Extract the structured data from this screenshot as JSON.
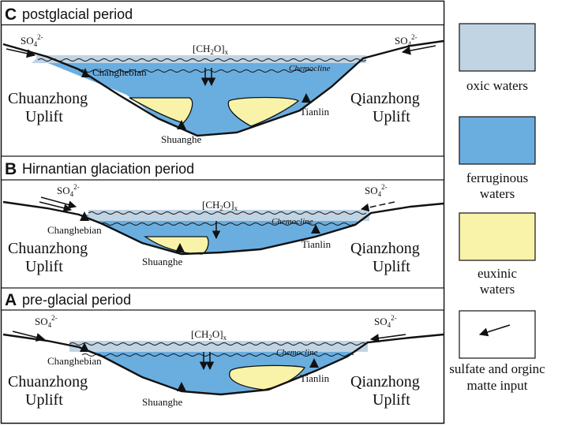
{
  "panels": [
    {
      "letter": "C",
      "title": "postglacial period",
      "left_region": [
        "Chuanzhong",
        "Uplift"
      ],
      "right_region": [
        "Qianzhong",
        "Uplift"
      ],
      "sites": {
        "left": "Changhebian",
        "right": "Tianlin",
        "bottom": "Shuanghe"
      },
      "chemocline": "Chemocline",
      "organic": {
        "main": "[CH",
        "sub1": "2",
        "mid": "O]",
        "sub2": "x"
      },
      "sulfate": {
        "main": "SO",
        "sub": "4",
        "sup": "2-"
      }
    },
    {
      "letter": "B",
      "title": "Hirnantian glaciation period",
      "left_region": [
        "Chuanzhong",
        "Uplift"
      ],
      "right_region": [
        "Qianzhong",
        "Uplift"
      ],
      "sites": {
        "left": "Changhebian",
        "right": "Tianlin",
        "bottom": "Shuanghe"
      },
      "chemocline": "Chemocline",
      "organic": {
        "main": "[CH",
        "sub1": "2",
        "mid": "O]",
        "sub2": "x"
      },
      "sulfate": {
        "main": "SO",
        "sub": "4",
        "sup": "2-"
      }
    },
    {
      "letter": "A",
      "title": "pre-glacial period",
      "left_region": [
        "Chuanzhong",
        "Uplift"
      ],
      "right_region": [
        "Qianzhong",
        "Uplift"
      ],
      "sites": {
        "left": "Changhebian",
        "right": "Tianlin",
        "bottom": "Shuanghe"
      },
      "chemocline": "Chemocline",
      "organic": {
        "main": "[CH",
        "sub1": "2",
        "mid": "O]",
        "sub2": "x"
      },
      "sulfate": {
        "main": "SO",
        "sub": "4",
        "sup": "2-"
      }
    }
  ],
  "legend": [
    {
      "lines": [
        "oxic waters"
      ],
      "color": "#c0d4e4"
    },
    {
      "lines": [
        "ferruginous",
        "waters"
      ],
      "color": "#6aaee0"
    },
    {
      "lines": [
        "euxinic",
        "waters"
      ],
      "color": "#f8f3a8"
    },
    {
      "lines": [
        "sulfate and orginc",
        "matte input"
      ],
      "icon": "arrow-icon"
    }
  ],
  "colors": {
    "oxic": "#c0d4e4",
    "ferruginous": "#6aaee0",
    "euxinic": "#f8f3a8",
    "line": "#111111"
  }
}
